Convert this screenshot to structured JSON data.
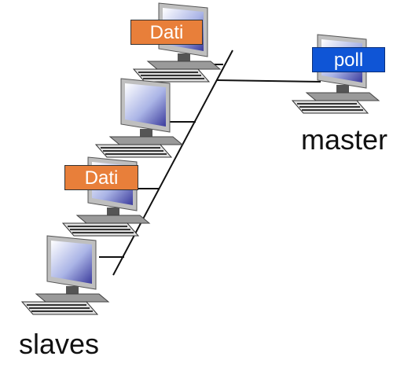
{
  "colors": {
    "data_tag": "#e87f3a",
    "poll_tag": "#0f55d6",
    "bus_line": "#111111"
  },
  "tags": {
    "top": "Dati",
    "middle": "Dati",
    "master": "poll"
  },
  "labels": {
    "master": "master",
    "slaves": "slaves"
  },
  "icons": {
    "computer": "desktop-computer-icon"
  }
}
